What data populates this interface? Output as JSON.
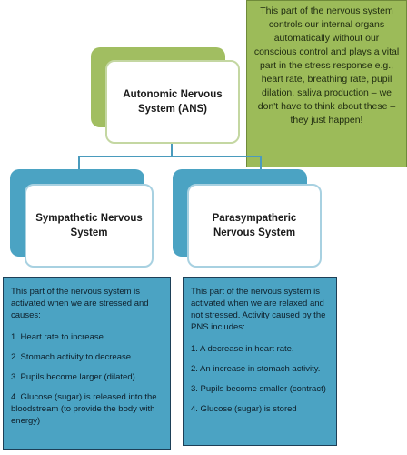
{
  "ans_note": "This part of the nervous system controls our internal organs automatically without our conscious control and plays a vital part in the stress response e.g., heart rate, breathing rate, pupil dilation, saliva production – we don't have to think about these – they just happen!",
  "ans_title": "Autonomic Nervous System (ANS)",
  "sympathetic": {
    "title": "Sympathetic Nervous System",
    "intro": "This part of the nervous system is activated when we are stressed and causes:",
    "items": [
      "1. Heart rate to increase",
      "2. Stomach activity to decrease",
      "3. Pupils become larger (dilated)",
      "4. Glucose (sugar) is released into the bloodstream (to provide the body with energy)"
    ]
  },
  "parasympathetic": {
    "title": "Parasympatheric Nervous System",
    "intro": "This part of the nervous system is activated when we are relaxed and not stressed. Activity caused by the PNS includes:",
    "items": [
      "1. A decrease in heart rate.",
      "2. An increase in stomach activity.",
      "3. Pupils become smaller (contract)",
      "4. Glucose (sugar) is stored"
    ]
  },
  "colors": {
    "green": "#9cbb59",
    "blue": "#4ba3c3"
  }
}
